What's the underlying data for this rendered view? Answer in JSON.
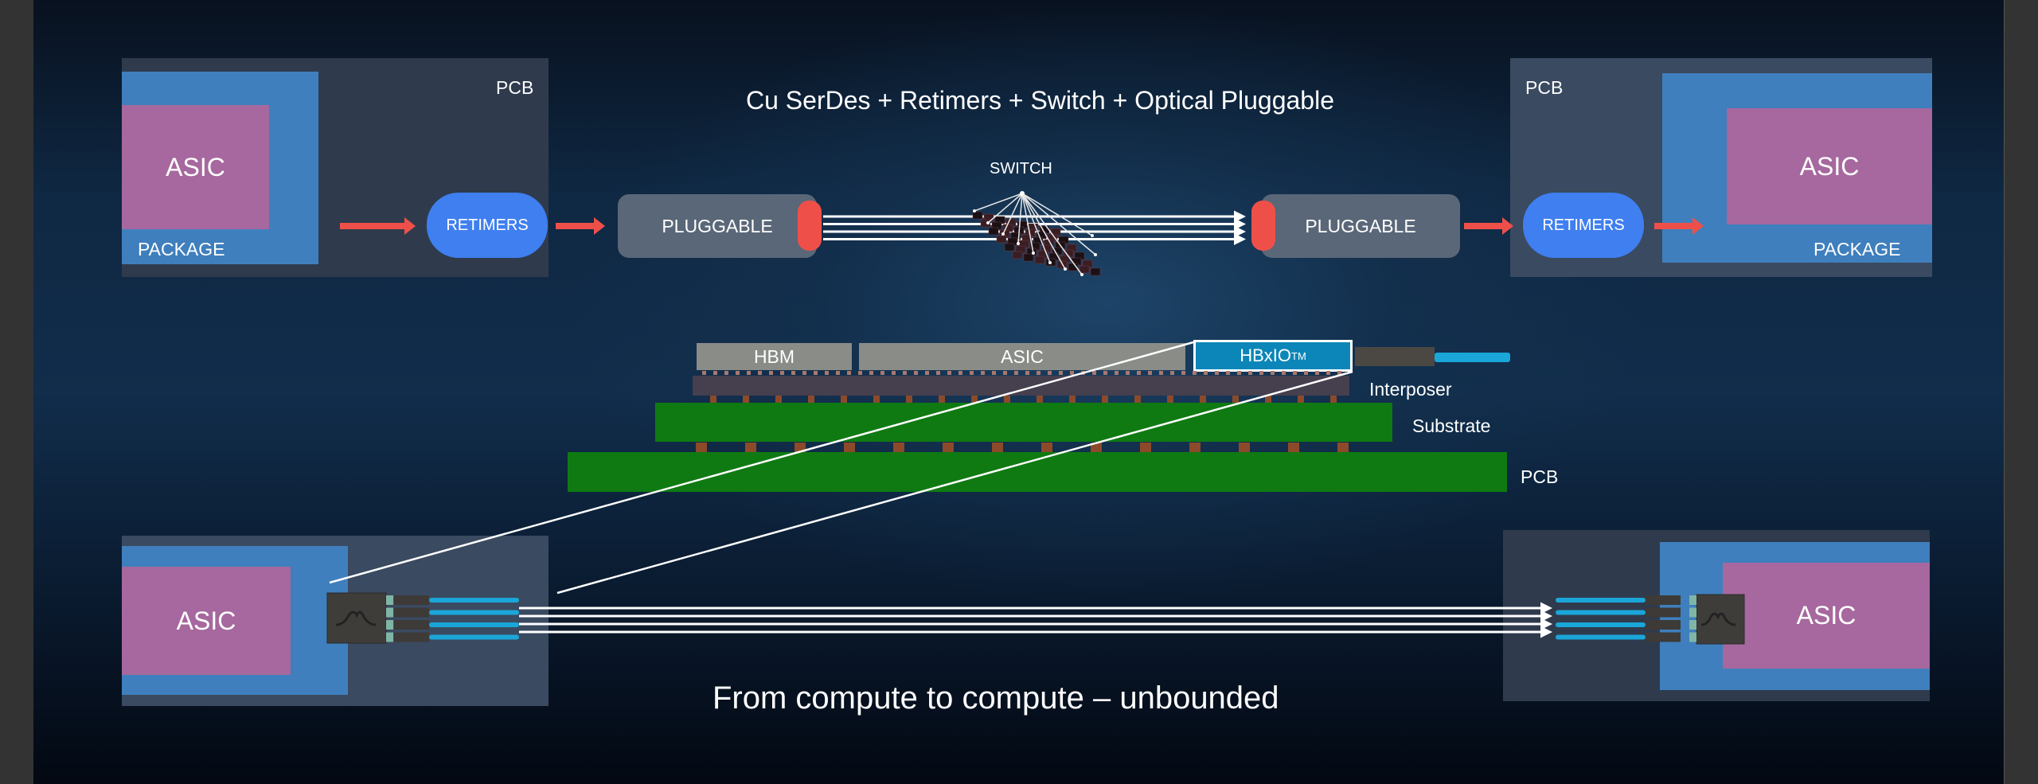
{
  "top": {
    "title": "Cu SerDes + Retimers + Switch + Optical Pluggable",
    "left_node": {
      "pcb_label": "PCB",
      "package_label": "PACKAGE",
      "asic_label": "ASIC",
      "retimer_label": "RETIMERS"
    },
    "left_pluggable_label": "PLUGGABLE",
    "switch_label": "SWITCH",
    "right_pluggable_label": "PLUGGABLE",
    "right_node": {
      "pcb_label": "PCB",
      "package_label": "PACKAGE",
      "asic_label": "ASIC",
      "retimer_label": "RETIMERS"
    },
    "lane_count": 4
  },
  "middle": {
    "hbm_label": "HBM",
    "asic_label": "ASIC",
    "hbxio_label": "HBxIO",
    "hbxio_trademark": "TM",
    "interposer_label": "Interposer",
    "substrate_label": "Substrate",
    "pcb_label": "PCB"
  },
  "bottom": {
    "left_asic_label": "ASIC",
    "right_asic_label": "ASIC",
    "fiber_count": 4,
    "caption": "From compute to compute – unbounded"
  },
  "colors": {
    "asic": "#a6689e",
    "package": "#3f7fbd",
    "pcb_panel": "#2f3b4d",
    "retimer": "#3f7ff0",
    "pluggable": "#5a6778",
    "arrow_red": "#ee5049",
    "board_green": "#0f7a12",
    "hbxio": "#0c86b8",
    "fiber": "#1aa6d8"
  }
}
